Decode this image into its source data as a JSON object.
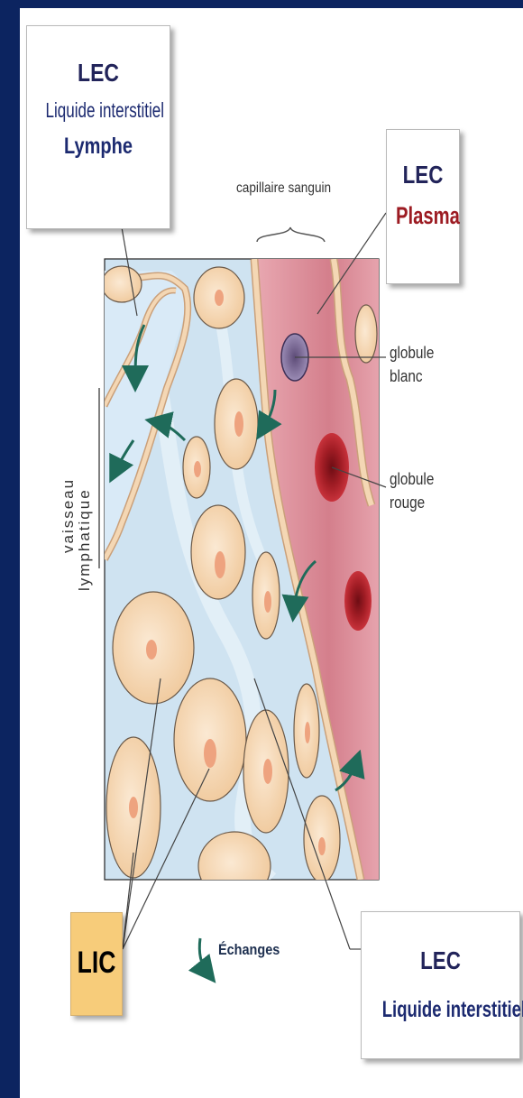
{
  "boxes": {
    "lec_lymph": {
      "title": "LEC",
      "line2": "Liquide interstitiel",
      "line3": "Lymphe"
    },
    "lec_plasma": {
      "title": "LEC",
      "line2": "Plasma"
    },
    "lic": {
      "title": "LIC"
    },
    "lec_interstitiel": {
      "title": "LEC",
      "line2": "Liquide interstitiel"
    }
  },
  "labels": {
    "capillaire": "capillaire sanguin",
    "globule_blanc_1": "globule",
    "globule_blanc_2": "blanc",
    "globule_rouge_1": "globule",
    "globule_rouge_2": "rouge",
    "vaisseau_1": "vaisseau",
    "vaisseau_2": "lymphatique",
    "echanges": "Échanges"
  },
  "colors": {
    "frame": "#0c2460",
    "interstitial": "#cfe3f1",
    "plasma": "#e9a9b2",
    "cell_fill": "#f6dcbd",
    "cell_nucleus": "#eea37f",
    "white_blood_cell": "#8b7ca4",
    "red_blood_cell": "#a21d25",
    "arrow": "#1f6b5a",
    "plasma_text": "#9c1b22",
    "lic_box": "#f7cc7a"
  }
}
